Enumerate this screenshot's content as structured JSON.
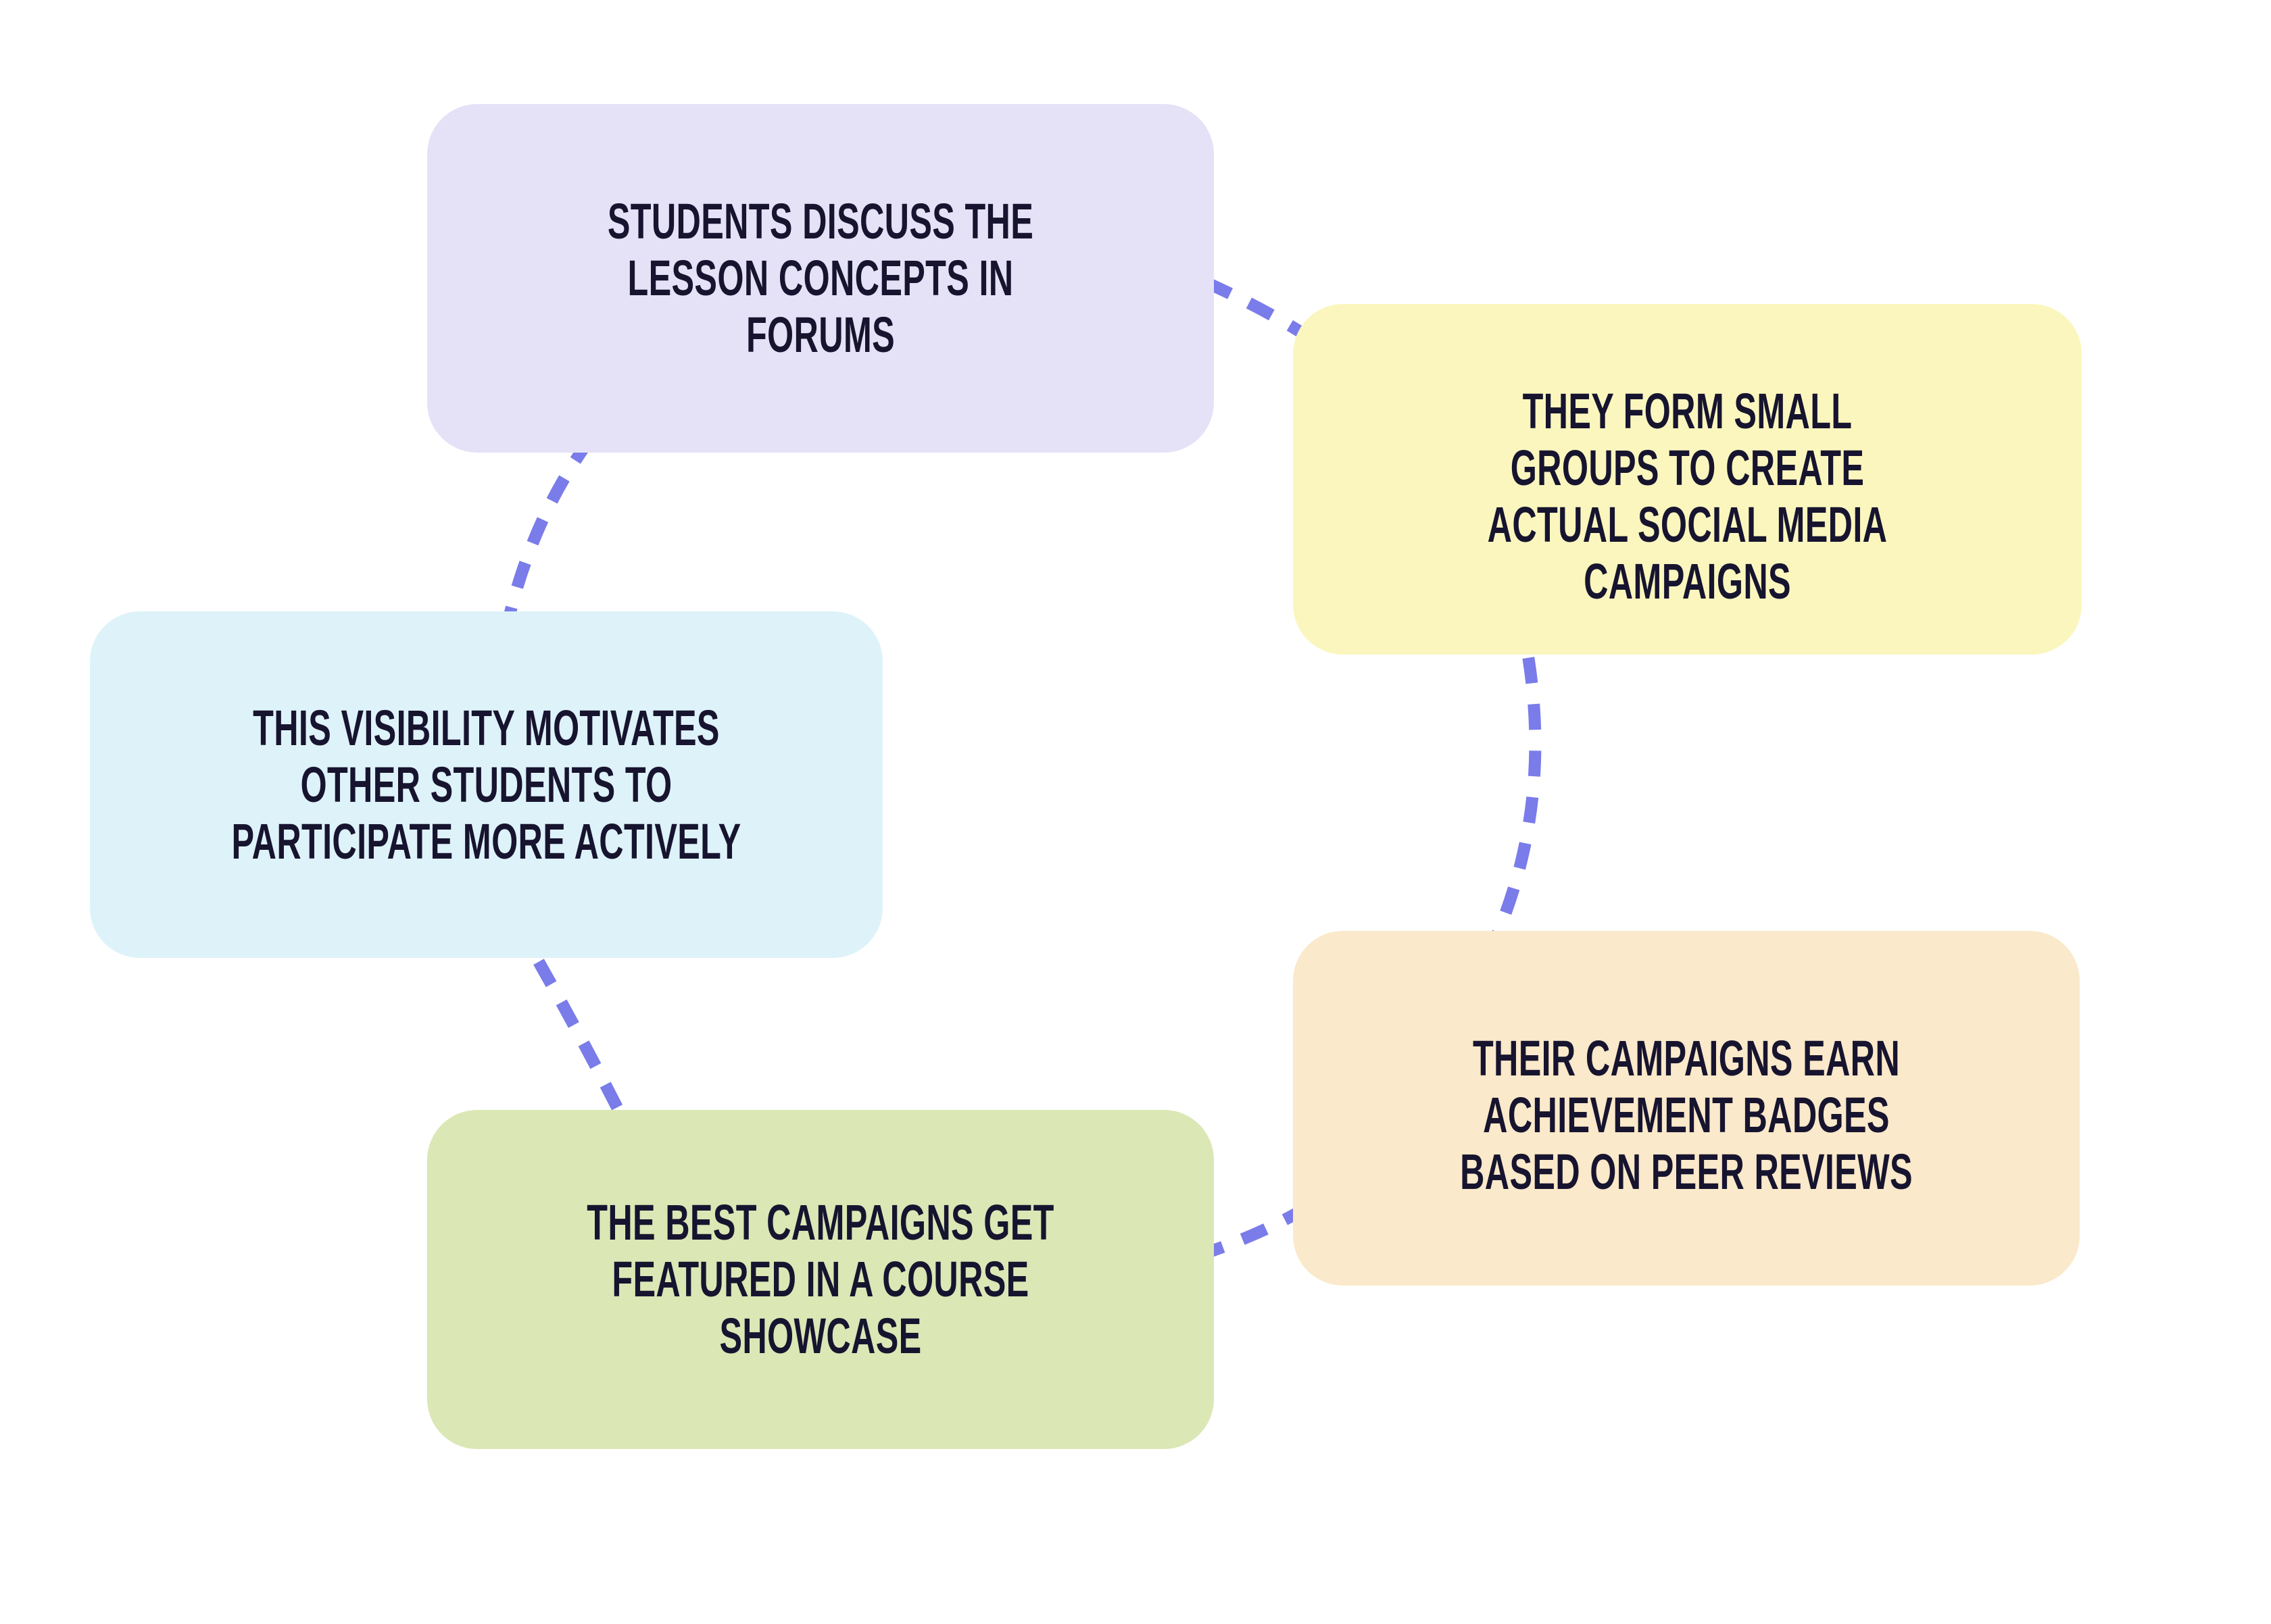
{
  "diagram": {
    "type": "cycle-flow",
    "colors": {
      "background": "#FFFFFF",
      "arrow": "#7A7CE9",
      "text": "#17142F"
    },
    "boxes": [
      {
        "id": "forums",
        "bg": "#E5E2F7",
        "lines": [
          "STUDENTS DISCUSS THE",
          "LESSON CONCEPTS IN",
          "FORUMS"
        ]
      },
      {
        "id": "groups",
        "bg": "#FAF6BE",
        "lines": [
          "THEY FORM SMALL",
          "GROUPS TO CREATE",
          "ACTUAL SOCIAL MEDIA",
          "CAMPAIGNS"
        ]
      },
      {
        "id": "badges",
        "bg": "#FAE9CA",
        "lines": [
          "THEIR CAMPAIGNS EARN",
          "ACHIEVEMENT BADGES",
          "BASED ON PEER REVIEWS"
        ]
      },
      {
        "id": "showcase",
        "bg": "#DBE7B5",
        "lines": [
          "THE BEST CAMPAIGNS GET",
          "FEATURED IN A COURSE",
          "SHOWCASE"
        ]
      },
      {
        "id": "motivation",
        "bg": "#DEF2F9",
        "lines": [
          "THIS VISIBILITY MOTIVATES",
          "OTHER STUDENTS TO",
          "PARTICIPATE MORE ACTIVELY"
        ]
      }
    ],
    "arrows": [
      {
        "from": "forums",
        "to": "groups"
      },
      {
        "from": "groups",
        "to": "badges"
      },
      {
        "from": "badges",
        "to": "showcase"
      },
      {
        "from": "showcase",
        "to": "motivation"
      },
      {
        "from": "motivation",
        "to": "forums"
      }
    ]
  }
}
